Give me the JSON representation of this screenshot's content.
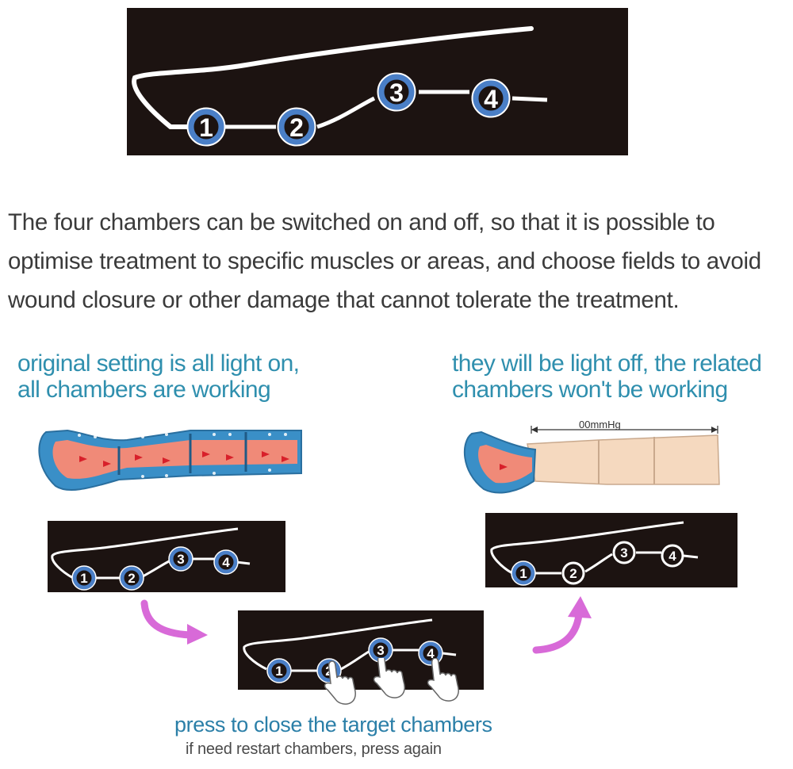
{
  "description": "The four chambers can be switched on and off, so that it is possible to optimise treatment to specific muscles or areas, and choose fields to avoid wound closure or other damage that cannot tolerate the treatment.",
  "left_caption": {
    "line1": "original setting is all light on,",
    "line2": "all chambers are working"
  },
  "right_caption": {
    "line1": "they will be light off, the related",
    "line2": "chambers won't be working"
  },
  "pressure_label": "00mmHg",
  "press_instruction": "press to close the target chambers",
  "restart_instruction": "if need restart chambers, press again",
  "chamber_numbers": [
    "1",
    "2",
    "3",
    "4"
  ],
  "chamber_states": {
    "top_panel": [
      true,
      true,
      true,
      true
    ],
    "left_panel": [
      true,
      true,
      true,
      true
    ],
    "middle_panel": [
      true,
      true,
      true,
      true
    ],
    "right_panel": [
      true,
      false,
      false,
      false
    ]
  },
  "colors": {
    "panel_bg": "#1c1311",
    "chamber_on": "#4a7fc7",
    "chamber_off": "#ffffff",
    "caption_text": "#2f8fae",
    "arrow": "#d86ad8",
    "leg_sleeve": "#3a8fc7",
    "leg_skin_heated": "#f08a78",
    "leg_skin": "#f5d9bf"
  }
}
